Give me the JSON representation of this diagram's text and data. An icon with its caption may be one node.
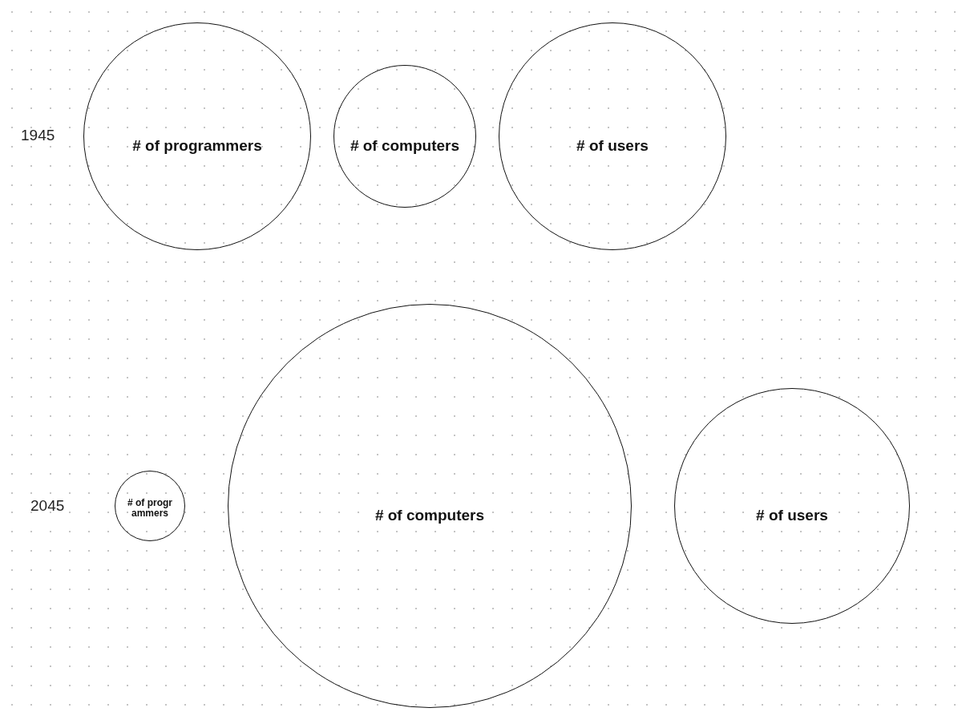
{
  "diagram": {
    "nodes": [
      {
        "text": [
          "# of programmers"
        ]
      },
      {
        "text": [
          "# of computers"
        ]
      },
      {
        "text": [
          "# of users"
        ]
      },
      {
        "text": [
          "# of programmers"
        ]
      },
      {
        "text": [
          "# of computers"
        ]
      },
      {
        "text": [
          "# of users"
        ]
      }
    ],
    "labels": [
      "1945",
      "2045"
    ]
  }
}
